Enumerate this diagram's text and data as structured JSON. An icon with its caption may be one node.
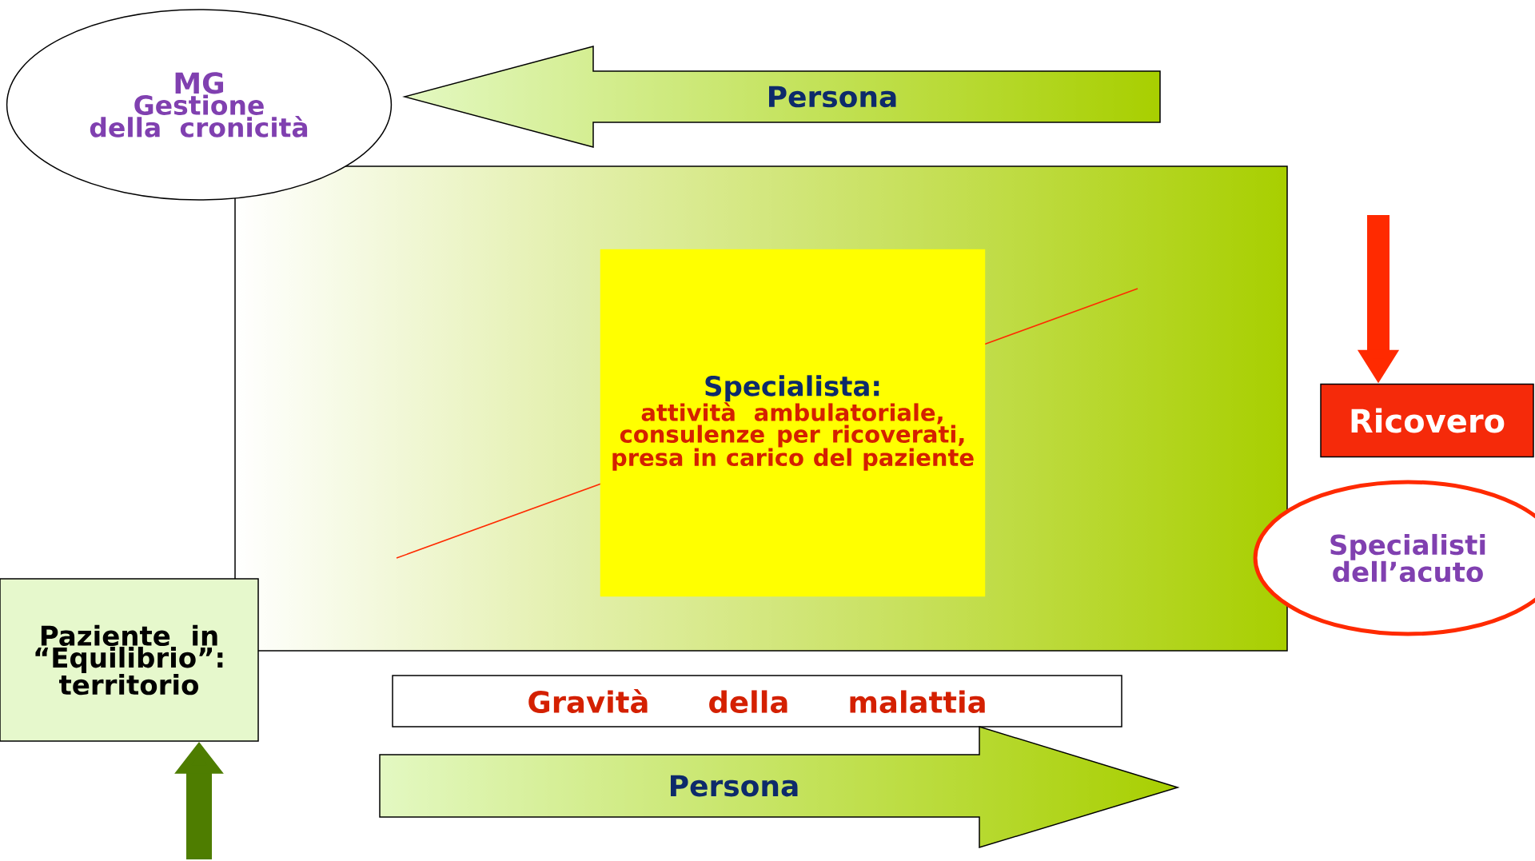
{
  "diagram": {
    "nodes": [
      {
        "text": [
          "MG",
          "Gestione della cronicità"
        ]
      },
      {
        "text": [
          "Persona"
        ]
      },
      {
        "text": [],
        "shape": "box"
      },
      {
        "text": [
          "Specialista:",
          "attività ambulatoriale, consulenze per ricoverati, presa in carico del paziente"
        ],
        "in": 2
      },
      {
        "text": [
          "Ricovero"
        ]
      },
      {
        "text": [
          "Specialisti dell’acuto"
        ]
      },
      {
        "text": [
          "Paziente in “Equilibrio”: territorio"
        ]
      },
      {
        "text": [
          "Gravità della malattia"
        ]
      },
      {
        "text": [
          "Persona"
        ]
      }
    ],
    "edges": [
      {
        "from": null,
        "to": 4,
        "arrow": "to",
        "color": "#ff2a00"
      },
      {
        "from": null,
        "to": 6,
        "arrow": "to",
        "color": "#4e7d00"
      }
    ]
  }
}
